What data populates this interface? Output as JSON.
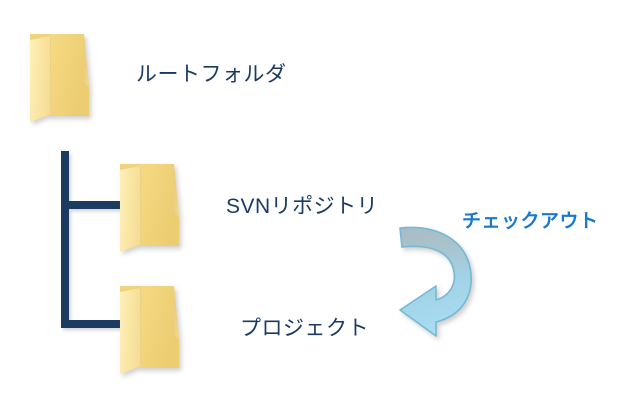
{
  "diagram": {
    "title": "SVN folder structure with checkout arrow",
    "background_color": "#ffffff",
    "nodes": [
      {
        "id": "root",
        "icon": "folder-icon",
        "label": "ルートフォルダ",
        "level": 0,
        "label_color": "#1b3a63"
      },
      {
        "id": "svn-repository",
        "icon": "folder-icon",
        "label": "SVNリポジトリ",
        "level": 1,
        "label_color": "#1b3a63"
      },
      {
        "id": "project",
        "icon": "folder-icon",
        "label": "プロジェクト",
        "level": 1,
        "label_color": "#1b3a63"
      }
    ],
    "connector": {
      "name": "tree-bracket",
      "color": "#1e3a60",
      "branches": 2
    },
    "annotation": {
      "label": "チェックアウト",
      "color": "#1878cf",
      "arrow": {
        "name": "checkout-arrow",
        "shape": "curved-arrow",
        "direction": "clockwise-to-left",
        "fill_start": "#9fb9c2",
        "fill_end": "#a8ddf2",
        "stroke": "#6fb7d4"
      }
    },
    "colors": {
      "folder_light": "#fbe9a8",
      "folder_mid": "#f6dd8e",
      "folder_dark": "#e8c96a",
      "folder_flap": "#f7e6a6",
      "navy": "#1e3a60",
      "accent_blue": "#1878cf",
      "arrow_cyan": "#a8ddf2"
    }
  }
}
